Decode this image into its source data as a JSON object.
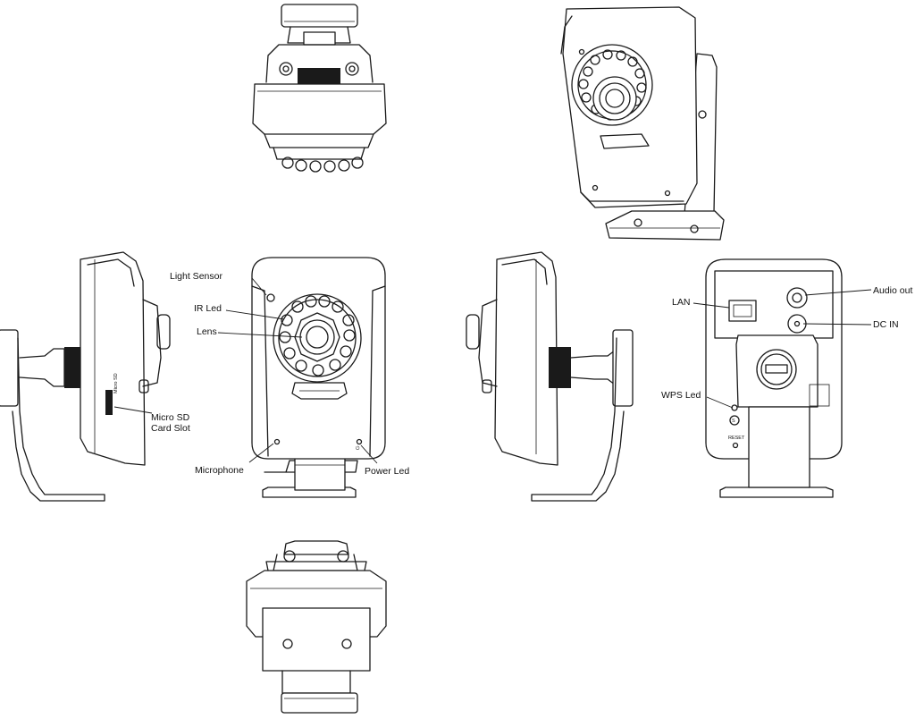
{
  "labels": {
    "light_sensor": "Light Sensor",
    "ir_led": "IR Led",
    "lens": "Lens",
    "micro_sd_line1": "Micro SD",
    "micro_sd_line2": "Card Slot",
    "microphone": "Microphone",
    "power_led": "Power Led",
    "lan": "LAN",
    "audio_out": "Audio out",
    "dc_in": "DC IN",
    "wps_led": "WPS Led"
  },
  "small_text": {
    "micro_sd_side": "Micro SD",
    "reset": "RESET"
  }
}
